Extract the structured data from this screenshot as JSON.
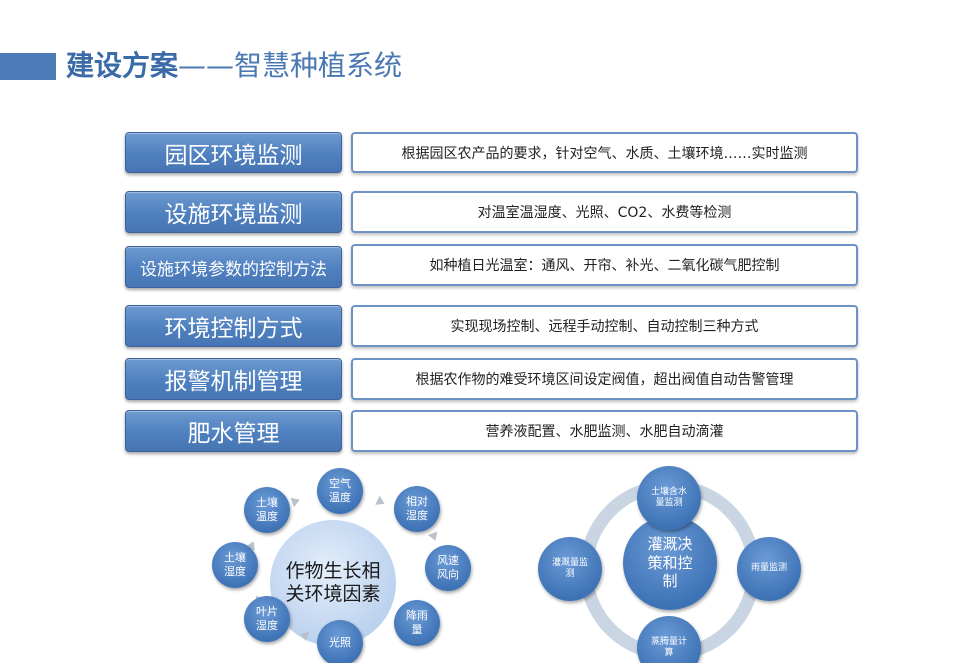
{
  "title": {
    "main": "建设方案",
    "sub": "——智慧种植系统"
  },
  "rows": [
    {
      "label": "园区环境监测",
      "desc": "根据园区农产品的要求，针对空气、水质、土壤环境……实时监测"
    },
    {
      "label": "设施环境监测",
      "desc": "对温室温湿度、光照、CO2、水费等检测"
    },
    {
      "label": "设施环境参数的控制方法",
      "desc": "如种植日光温室：通风、开帘、补光、二氧化碳气肥控制"
    },
    {
      "label": "环境控制方式",
      "desc": "实现现场控制、远程手动控制、自动控制三种方式"
    },
    {
      "label": "报警机制管理",
      "desc": "根据农作物的难受环境区间设定阀值，超出阀值自动告警管理"
    },
    {
      "label": "肥水管理",
      "desc": "营养液配置、水肥监测、水肥自动滴灌"
    }
  ],
  "factors_diagram": {
    "center": "作物生长相关环境因素",
    "nodes": [
      "空气温度",
      "相对湿度",
      "风速风向",
      "降雨量",
      "光照",
      "叶片湿度",
      "土壤湿度",
      "土壤温度"
    ]
  },
  "irrigation_diagram": {
    "center": "灌溉决策和控制",
    "nodes": [
      "土壤含水量监测",
      "雨量监测",
      "蒸腾量计算",
      "灌溉量监测"
    ]
  },
  "colors": {
    "accent": "#4a7ab8",
    "label_bg": "#4f80bf",
    "desc_border": "#6d93c4",
    "bubble": "#3e73b6",
    "center_circle": "#bcd2ee"
  }
}
